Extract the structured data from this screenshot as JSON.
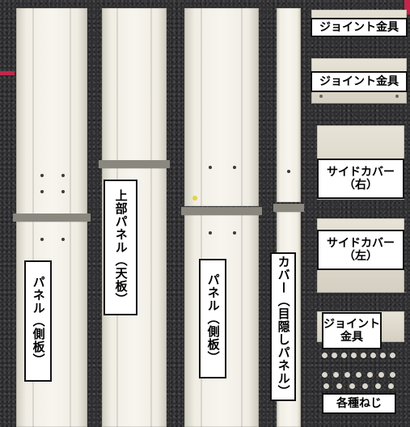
{
  "labels": {
    "joint_fitting_1": "ジョイント金具",
    "joint_fitting_2": "ジョイント金具",
    "side_cover_right_line1": "サイドカバー",
    "side_cover_right_line2": "（右）",
    "side_cover_left_line1": "サイドカバー",
    "side_cover_left_line2": "（左）",
    "joint_fitting_3_line1": "ジョイント",
    "joint_fitting_3_line2": "金具",
    "screws": "各種ねじ",
    "side_panel_left": "パネル（側板）",
    "top_panel": "上部パネル（天板）",
    "side_panel_right": "パネル（側板）",
    "cover_panel": "カバー（目隠しパネル）"
  },
  "colors": {
    "background": "#2f2f31",
    "panel": "#f4f1e8",
    "accent": "#c2264a",
    "label_bg": "#ffffff",
    "label_border": "#111111"
  }
}
